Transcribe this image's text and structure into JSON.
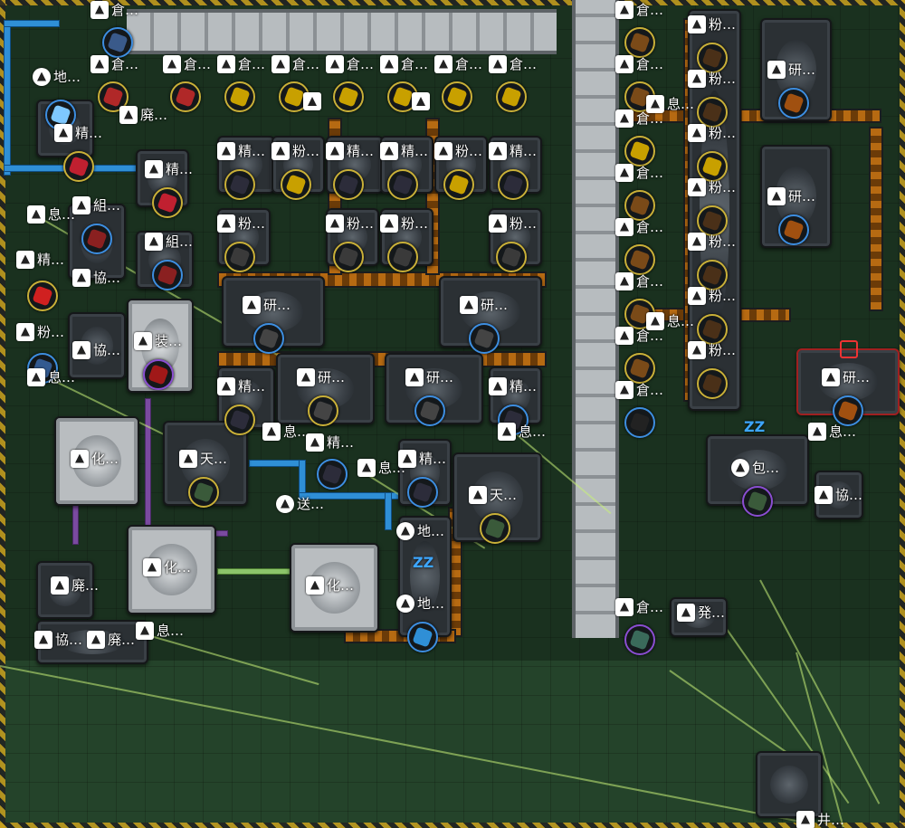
{
  "labels": {
    "warehouse": "倉…",
    "land": "地…",
    "waste": "廃…",
    "refine": "精…",
    "assemble": "組…",
    "rest": "息…",
    "powder": "粉…",
    "cooperate": "協…",
    "equip": "装…",
    "research": "研…",
    "chemical": "化…",
    "heaven": "天…",
    "transmit": "送…",
    "pack": "包…",
    "generate": "発…",
    "well": "井…"
  },
  "colors": {
    "ground": "#24432a",
    "conveyor_orange": "#b66a12",
    "pipe_blue": "#2f8fd6",
    "rail_gray": "#b7bcbf",
    "hazard_yellow": "#caa11e",
    "item_ring_yellow": "#c9b038",
    "item_ring_blue": "#3d8ee0",
    "item_ring_purple": "#8a4ed1"
  }
}
